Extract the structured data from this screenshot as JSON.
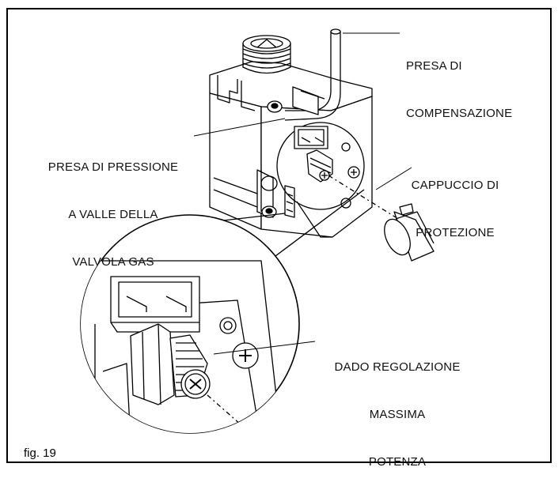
{
  "figure": {
    "caption": "fig. 19"
  },
  "callouts": {
    "presa_compensazione": [
      "PRESA DI",
      "COMPENSAZIONE"
    ],
    "presa_pressione": [
      "PRESA DI PRESSIONE",
      "A VALLE DELLA",
      "VALVOLA GAS"
    ],
    "cappuccio": [
      "CAPPUCCIO DI",
      "PROTEZIONE"
    ],
    "dado": [
      "DADO REGOLAZIONE",
      "MASSIMA",
      "POTENZA"
    ]
  }
}
